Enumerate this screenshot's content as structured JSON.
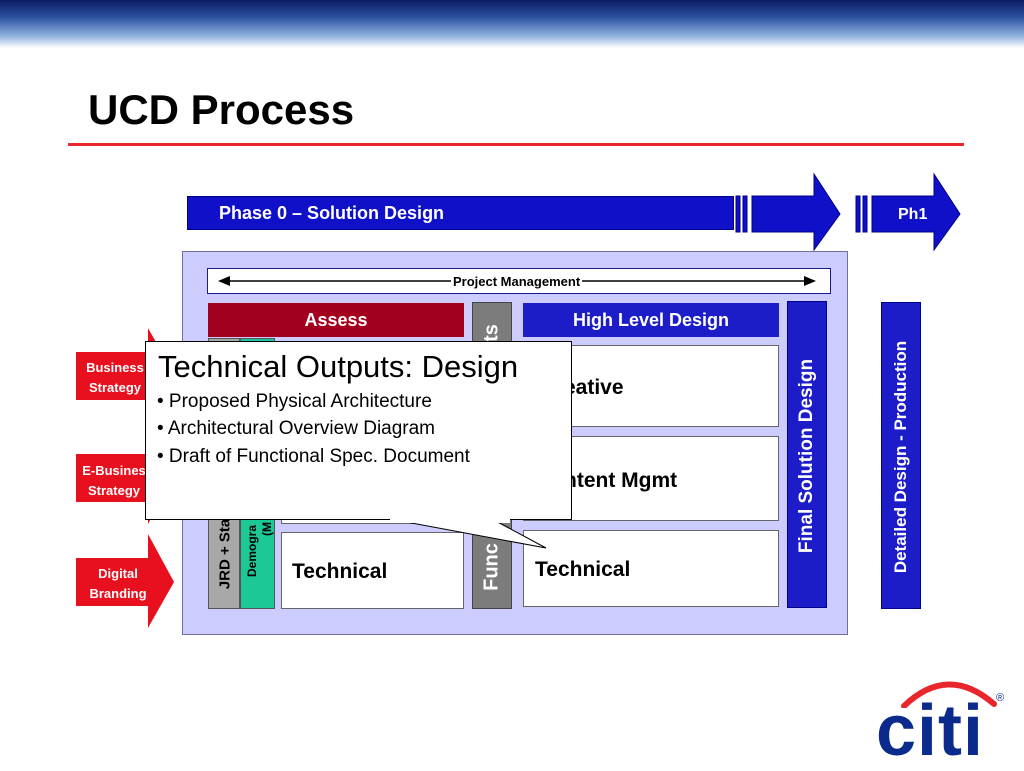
{
  "slide": {
    "title": "UCD Process"
  },
  "phases": {
    "phase0_label": "Phase 0 – Solution Design",
    "phase1_label": "Ph1"
  },
  "project_management": {
    "label": "Project Management"
  },
  "columns": {
    "assess": "Assess",
    "high_level_design": "High Level Design",
    "jrd_text": "JRD + Sta",
    "demographics_text": "Demogra",
    "demographics_sub_text": "(M",
    "functional_text": "Func",
    "functional_text_top": "ts",
    "final_solution_design": "Final Solution Design",
    "detailed_design": "Detailed Design - Production"
  },
  "boxes": {
    "creative": "eative",
    "content_mgmt": "ntent Mgmt",
    "technical_left": "Technical",
    "technical_right": "Technical"
  },
  "left_inputs": [
    {
      "label": "Business Strategy"
    },
    {
      "label": "E-Busines Strategy"
    },
    {
      "label": "Digital Branding"
    }
  ],
  "callout": {
    "title": "Technical Outputs: Design",
    "bullets": [
      "• Proposed Physical Architecture",
      "• Architectural Overview Diagram",
      "• Draft of Functional Spec. Document"
    ]
  },
  "logo": {
    "text": "citi",
    "mark": "®"
  },
  "colors": {
    "phase_blue": "#1010c8",
    "assess_red": "#a30020",
    "input_red": "#e8101e",
    "container": "#ccccff",
    "demographics_green": "#1cc896",
    "citi_blue": "#0a2a8c",
    "citi_red": "#e8262c"
  }
}
